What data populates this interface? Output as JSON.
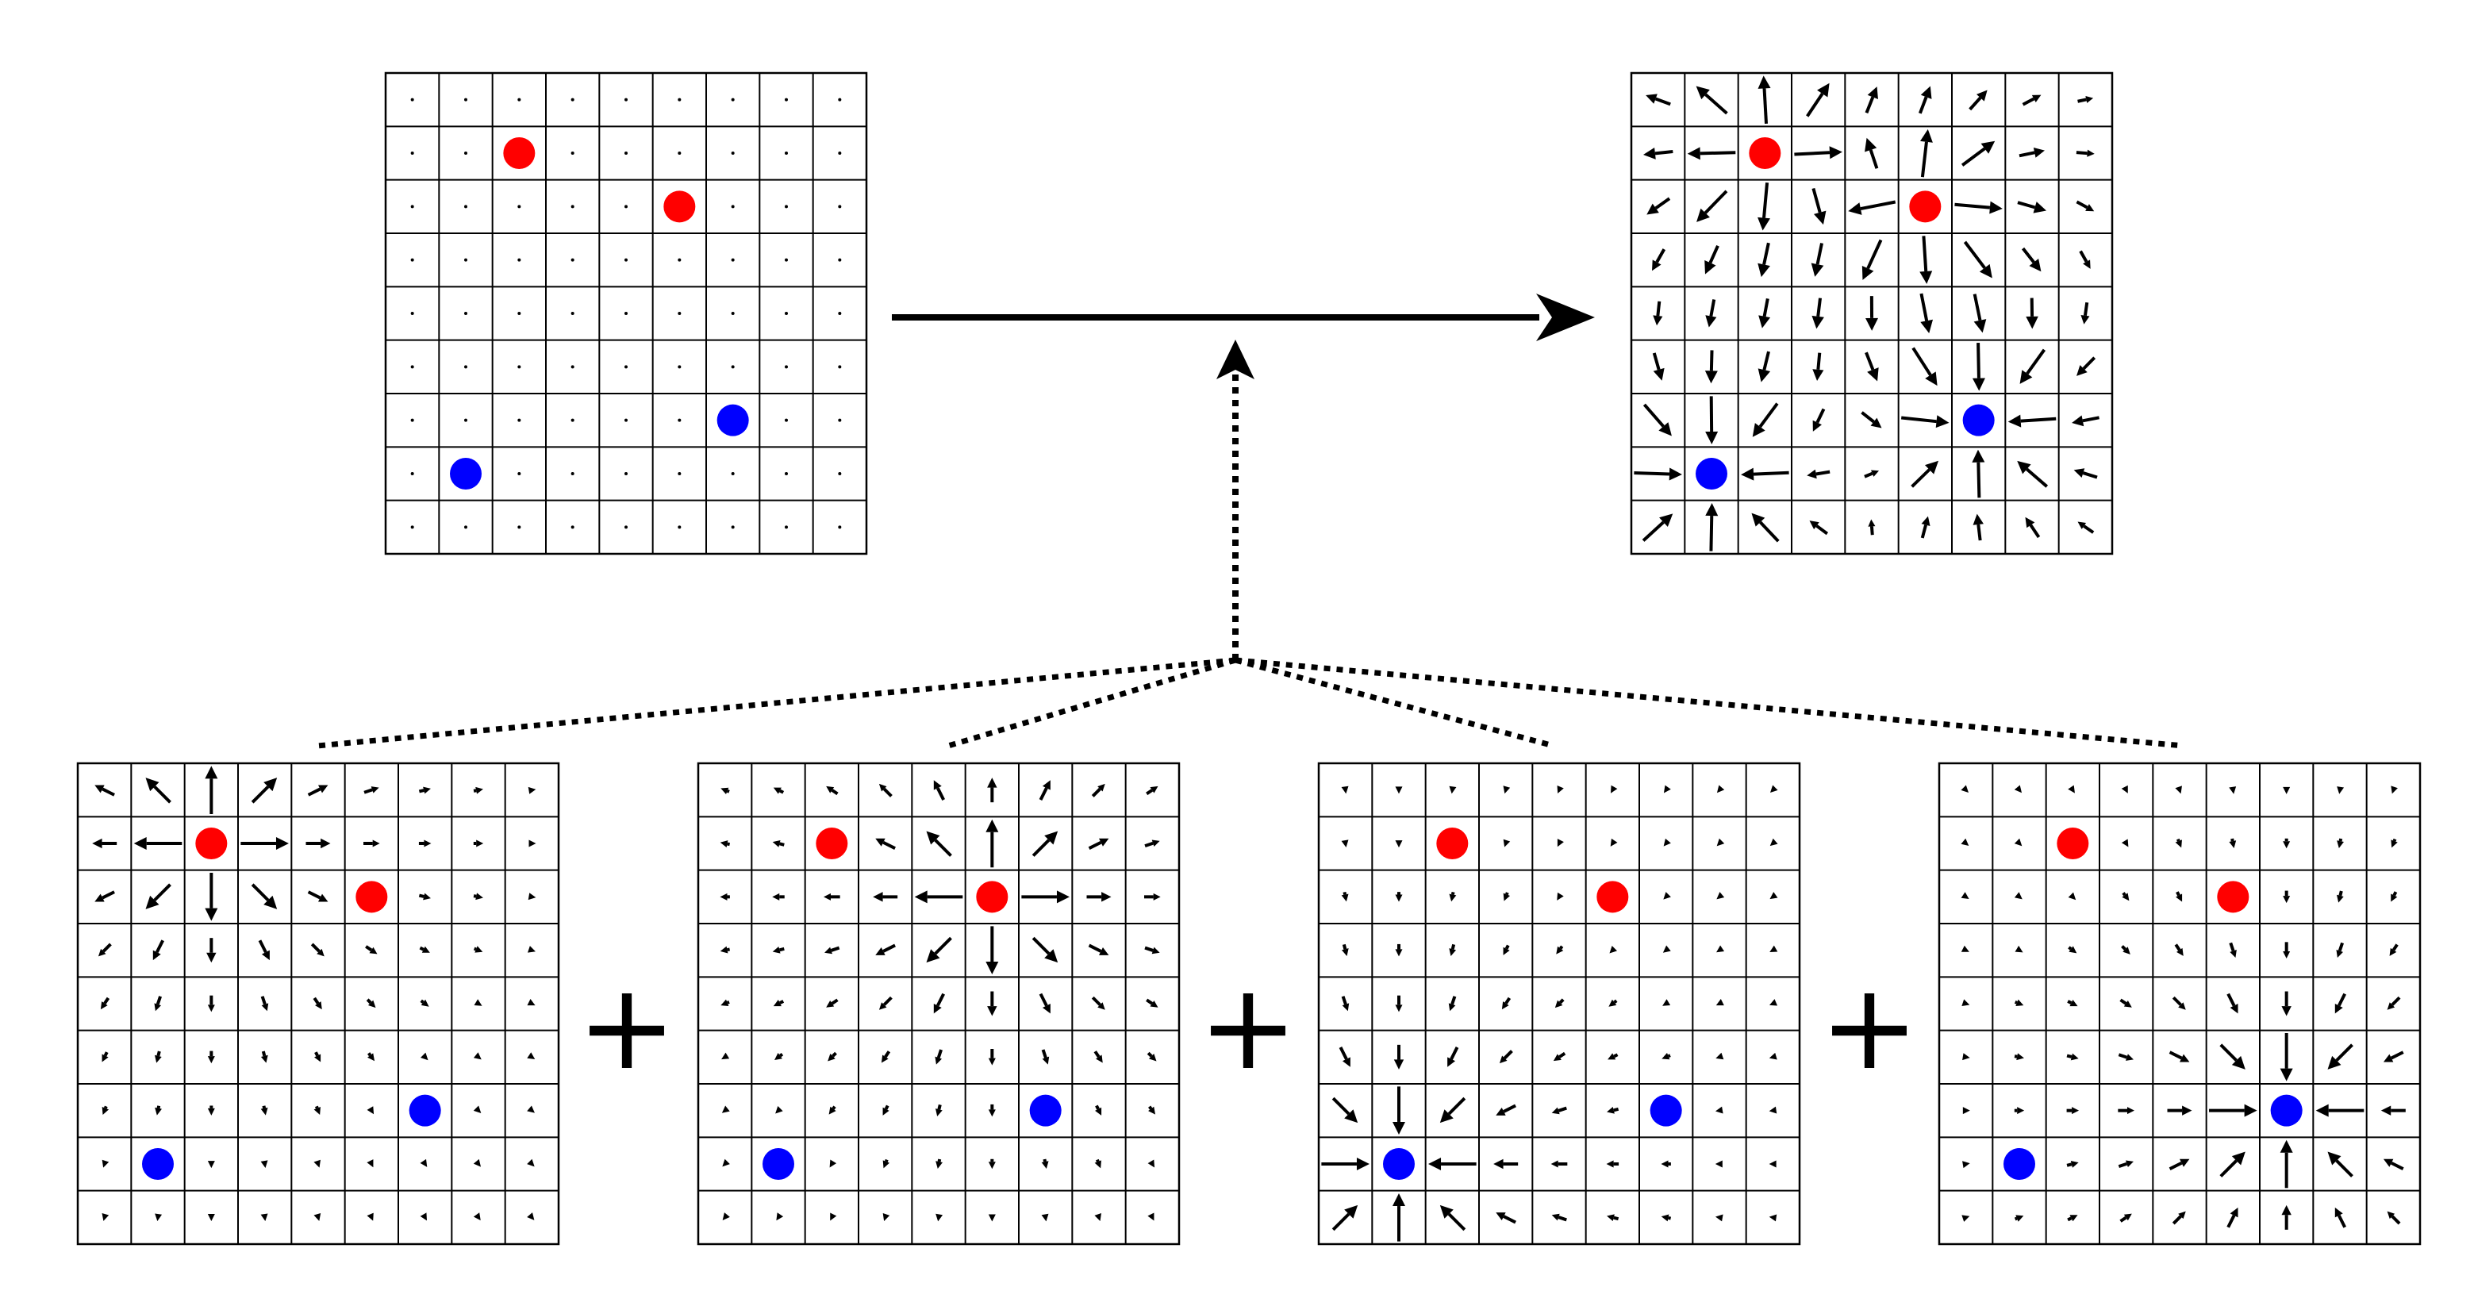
{
  "diagram": {
    "grid_cells": 9,
    "colors": {
      "positive_charge": "#ff0000",
      "negative_charge": "#0000ff",
      "ink": "#000000"
    },
    "charges": [
      {
        "name": "red-charge-1",
        "sign": "positive",
        "col": 2,
        "row": 1
      },
      {
        "name": "red-charge-2",
        "sign": "positive",
        "col": 5,
        "row": 2
      },
      {
        "name": "blue-charge-1",
        "sign": "negative",
        "col": 1,
        "row": 7
      },
      {
        "name": "blue-charge-2",
        "sign": "negative",
        "col": 6,
        "row": 6
      }
    ],
    "panels": [
      {
        "name": "input-grid",
        "shows": "empty-points"
      },
      {
        "name": "output-field-grid",
        "shows": "total-field"
      },
      {
        "name": "contribution-grid-1",
        "shows": "charge-field",
        "charge": 0
      },
      {
        "name": "contribution-grid-2",
        "shows": "charge-field",
        "charge": 1
      },
      {
        "name": "contribution-grid-3",
        "shows": "charge-field",
        "charge": 2
      },
      {
        "name": "contribution-grid-4",
        "shows": "charge-field",
        "charge": 3
      }
    ],
    "operators": [
      "+",
      "+",
      "+"
    ],
    "arrows": [
      {
        "name": "main-mapping-arrow",
        "style": "solid"
      },
      {
        "name": "sum-arrow",
        "style": "dotted"
      }
    ]
  }
}
